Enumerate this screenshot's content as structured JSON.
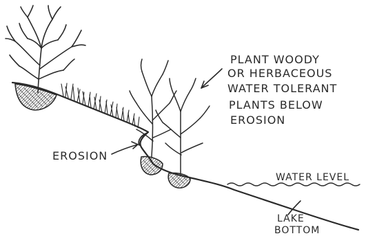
{
  "labels": {
    "instruction_lines": [
      "PLANT WOODY",
      "OR HERBACEOUS",
      "WATER TOLERANT",
      "PLANTS BELOW",
      "EROSION"
    ],
    "erosion": "EROSION",
    "water_level": "WATER LEVEL",
    "lake_bottom_lines": [
      "LAKE",
      "BOTTOM"
    ]
  },
  "colors": {
    "ink": "#2a2a2a",
    "background": "#ffffff"
  }
}
